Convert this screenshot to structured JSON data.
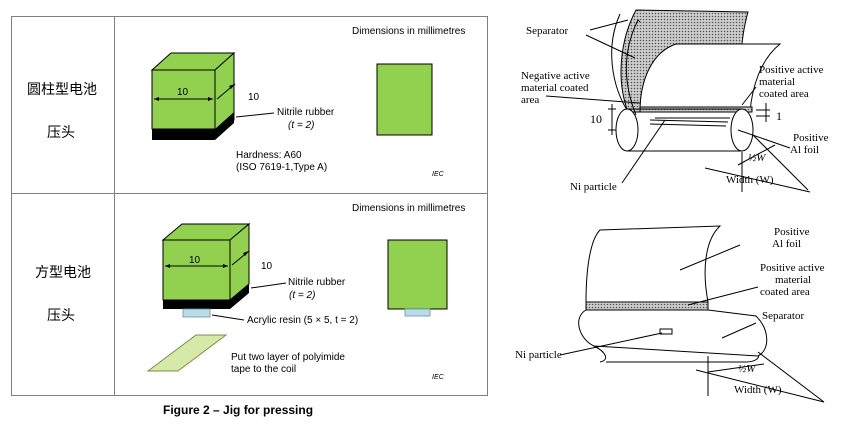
{
  "left_table": {
    "top_row": {
      "label_line1": "圆柱型电池",
      "label_line2": "压头",
      "dims_note": "Dimensions in millimetres",
      "dim_a": "10",
      "dim_b": "10",
      "material": "Nitrile rubber",
      "thickness": "(t = 2)",
      "hardness_line1": "Hardness: A60",
      "hardness_line2": "(ISO 7619-1,Type A)",
      "iec": "IEC"
    },
    "bottom_row": {
      "label_line1": "方型电池",
      "label_line2": "压头",
      "dims_note": "Dimensions in millimetres",
      "dim_a": "10",
      "dim_b": "10",
      "material": "Nitrile rubber",
      "thickness": "(t = 2)",
      "resin": "Acrylic resin (5 × 5, t = 2)",
      "tape_line1": "Put two layer of polyimide",
      "tape_line2": "tape to the coil",
      "iec": "IEC"
    },
    "caption": "Figure 2 – Jig for pressing"
  },
  "right_top": {
    "separator": "Separator",
    "negative_line1": "Negative active",
    "negative_line2": "material coated",
    "negative_line3": "area",
    "positive_line1": "Positive active",
    "positive_line2": "material",
    "positive_line3": "coated area",
    "dim_10": "10",
    "dim_1": "1",
    "al_line1": "Positive",
    "al_line2": "Al foil",
    "half_w": "½W",
    "width": "Width (W)",
    "ni": "Ni particle"
  },
  "right_bottom": {
    "al_line1": "Positive",
    "al_line2": "Al foil",
    "positive_line1": "Positive active",
    "positive_line2": "material",
    "positive_line3": "coated area",
    "separator": "Separator",
    "ni": "Ni particle",
    "half_w": "½W",
    "width": "Width (W)"
  },
  "colors": {
    "green": "#92d050",
    "dark": "#000000",
    "resin": "#b7dde8",
    "tape": "#d6e9a8"
  }
}
